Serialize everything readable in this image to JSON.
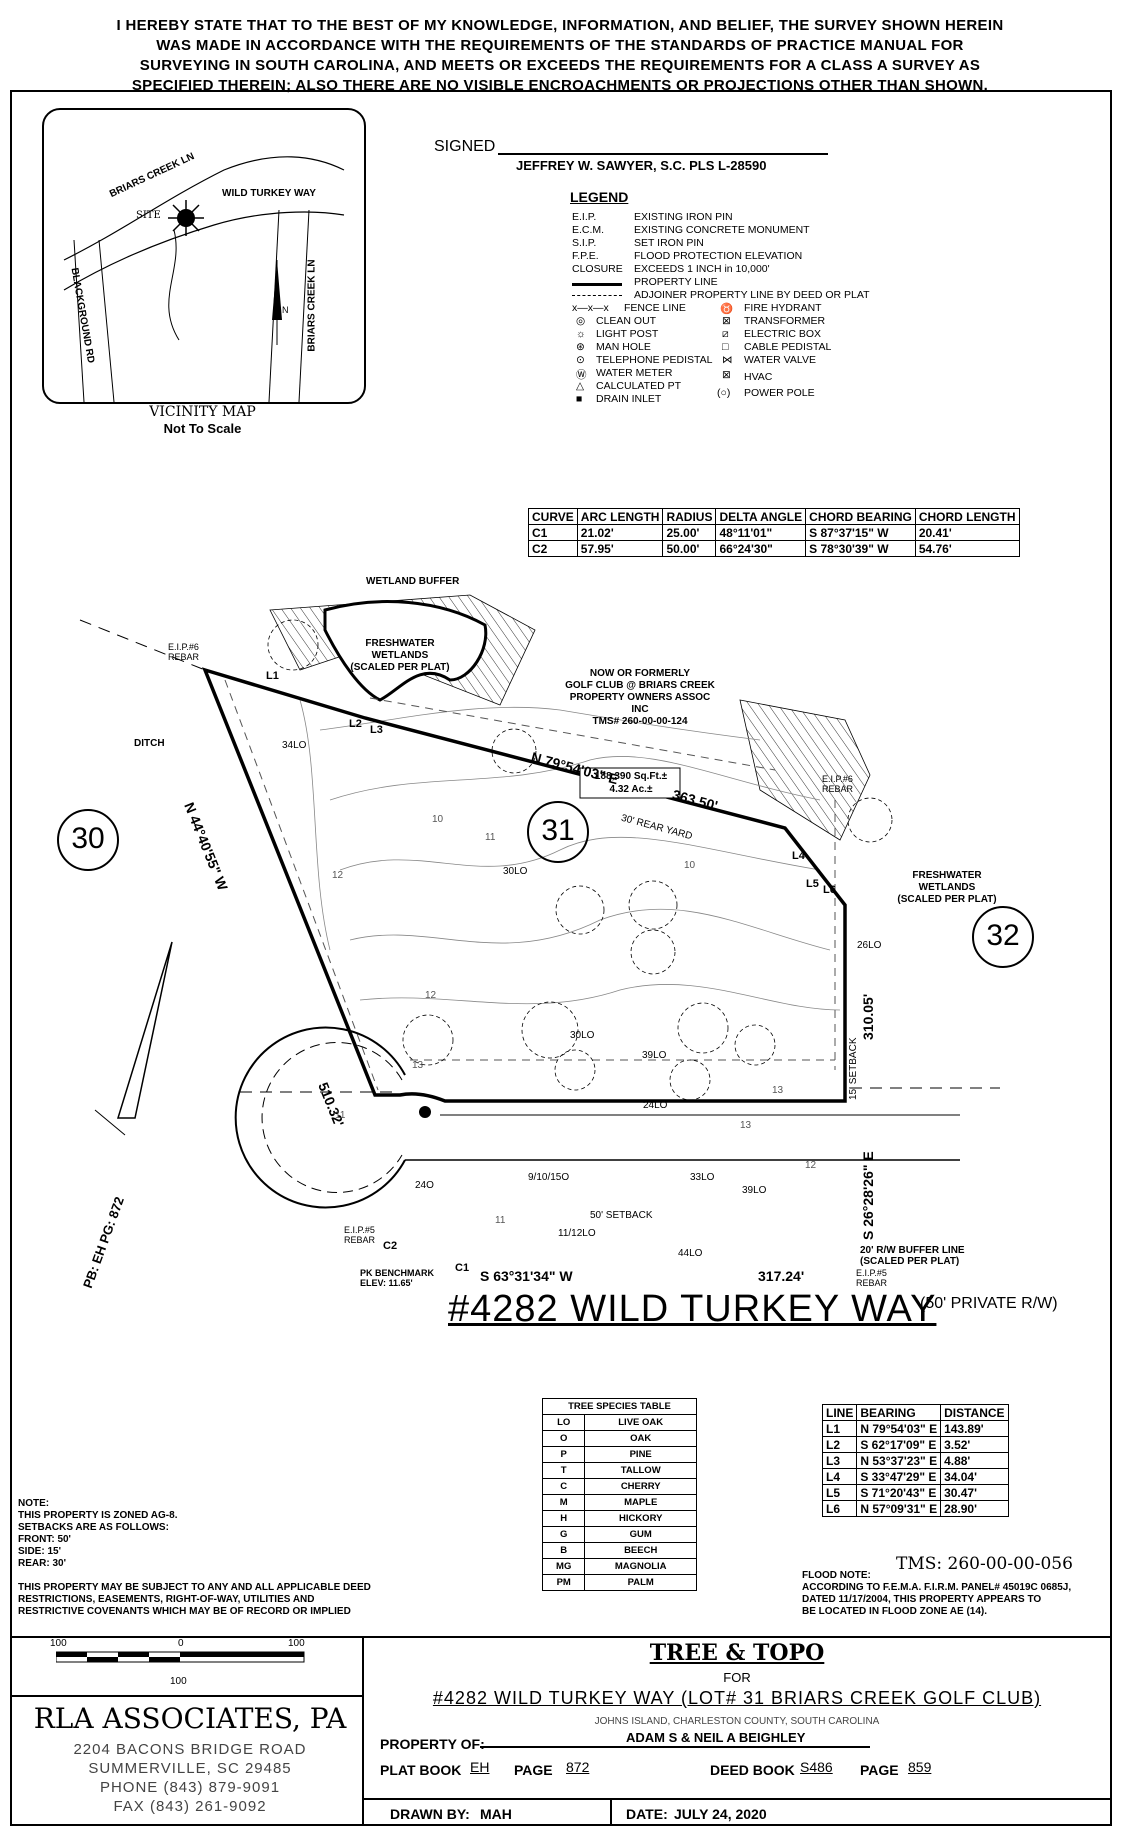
{
  "certification": [
    "I HEREBY STATE THAT TO THE BEST OF MY KNOWLEDGE, INFORMATION, AND BELIEF, THE SURVEY SHOWN HEREIN",
    "WAS MADE IN ACCORDANCE WITH THE REQUIREMENTS OF THE STANDARDS OF PRACTICE MANUAL FOR",
    "SURVEYING IN SOUTH CAROLINA, AND MEETS OR EXCEEDS THE REQUIREMENTS FOR A CLASS A SURVEY AS",
    "SPECIFIED THEREIN; ALSO THERE ARE NO VISIBLE ENCROACHMENTS OR PROJECTIONS OTHER THAN SHOWN."
  ],
  "signature": {
    "label": "SIGNED",
    "name": "JEFFREY W. SAWYER, S.C. PLS   L-28590"
  },
  "vicinity_map": {
    "title": "VICINITY MAP",
    "subtitle": "Not To Scale",
    "roads": [
      "BRIARS CREEK LN",
      "WILD TURKEY WAY",
      "BLACKGROUND RD",
      "BRIARS CREEK LN"
    ],
    "site": "SITE",
    "north": "N"
  },
  "legend": {
    "title": "LEGEND",
    "abbrev": [
      {
        "code": "E.I.P.",
        "desc": "EXISTING IRON PIN"
      },
      {
        "code": "E.C.M.",
        "desc": "EXISTING CONCRETE MONUMENT"
      },
      {
        "code": "S.I.P.",
        "desc": "SET IRON PIN"
      },
      {
        "code": "F.P.E.",
        "desc": "FLOOD PROTECTION ELEVATION"
      },
      {
        "code": "CLOSURE",
        "desc": "EXCEEDS 1 INCH in 10,000'"
      }
    ],
    "lines": [
      "PROPERTY LINE",
      "ADJOINER PROPERTY LINE BY DEED OR PLAT"
    ],
    "left_symbols": [
      "FENCE LINE",
      "CLEAN OUT",
      "LIGHT POST",
      "MAN HOLE",
      "TELEPHONE PEDISTAL",
      "WATER METER",
      "CALCULATED PT",
      "DRAIN INLET"
    ],
    "right_symbols": [
      "FIRE HYDRANT",
      "TRANSFORMER",
      "ELECTRIC BOX",
      "CABLE PEDISTAL",
      "WATER VALVE",
      "HVAC",
      "POWER POLE"
    ]
  },
  "curve_table": {
    "headers": [
      "CURVE",
      "ARC LENGTH",
      "RADIUS",
      "DELTA ANGLE",
      "CHORD BEARING",
      "CHORD LENGTH"
    ],
    "rows": [
      [
        "C1",
        "21.02'",
        "25.00'",
        "48°11'01\"",
        "S 87°37'15\" W",
        "20.41'"
      ],
      [
        "C2",
        "57.95'",
        "50.00'",
        "66°24'30\"",
        "S 78°30'39\" W",
        "54.76'"
      ]
    ]
  },
  "plat": {
    "wetland_buffer": "WETLAND BUFFER",
    "freshwater_1": [
      "FRESHWATER",
      "WETLANDS",
      "(SCALED PER PLAT)"
    ],
    "freshwater_2": [
      "FRESHWATER",
      "WETLANDS",
      "(SCALED PER PLAT)"
    ],
    "eip_nw": [
      "E.I.P.#6",
      "REBAR"
    ],
    "eip_ne": [
      "E.I.P.#6",
      "REBAR"
    ],
    "eip_sw": [
      "E.I.P.#5",
      "REBAR"
    ],
    "eip_se": [
      "E.I.P.#5",
      "REBAR"
    ],
    "adjoiner": [
      "NOW OR FORMERLY",
      "GOLF CLUB @ BRIARS CREEK",
      "PROPERTY OWNERS ASSOC INC",
      "TMS# 260-00-00-124"
    ],
    "ditch": "DITCH",
    "bearing_north": "N 79°54'03\" E",
    "dist_north": "363.50'",
    "bearing_west": "N 44°40'55\" W",
    "dist_west": "510.32'",
    "bearing_east": "S 26°28'26\" E",
    "dist_east": "310.05'",
    "bearing_south": "S 63°31'34\" W",
    "dist_south": "317.24'",
    "rear_yard": "30' REAR YARD",
    "side_setback": "15' SETBACK",
    "front_setback": "50' SETBACK",
    "area": [
      "188,390 Sq.Ft.±",
      "4.32 Ac.±"
    ],
    "lot_31": "31",
    "lot_30": "30",
    "lot_32": "32",
    "rw_buffer": [
      "20' R/W BUFFER LINE",
      "(SCALED PER PLAT)"
    ],
    "benchmark": [
      "PK BENCHMARK",
      "ELEV: 11.65'"
    ],
    "address": "#4282 WILD TURKEY WAY",
    "row_note": "(50' PRIVATE R/W)",
    "plat_book": "PB: EH PG: 872",
    "curve_labels": [
      "C1",
      "C2"
    ],
    "line_labels": [
      "L1",
      "L2",
      "L3",
      "L4",
      "L5",
      "L6"
    ],
    "trees": [
      "34LO",
      "30LO",
      "30LO",
      "39LO",
      "24LO",
      "26LO",
      "24O",
      "9/10/15O",
      "33LO",
      "39LO",
      "11/12LO",
      "44LO"
    ],
    "contours": [
      "10",
      "11",
      "12",
      "13",
      "12",
      "11",
      "10",
      "13",
      "13",
      "12",
      "11"
    ]
  },
  "tree_table": {
    "title": "TREE SPECIES TABLE",
    "rows": [
      [
        "LO",
        "LIVE OAK"
      ],
      [
        "O",
        "OAK"
      ],
      [
        "P",
        "PINE"
      ],
      [
        "T",
        "TALLOW"
      ],
      [
        "C",
        "CHERRY"
      ],
      [
        "M",
        "MAPLE"
      ],
      [
        "H",
        "HICKORY"
      ],
      [
        "G",
        "GUM"
      ],
      [
        "B",
        "BEECH"
      ],
      [
        "MG",
        "MAGNOLIA"
      ],
      [
        "PM",
        "PALM"
      ]
    ]
  },
  "line_table": {
    "headers": [
      "LINE",
      "BEARING",
      "DISTANCE"
    ],
    "rows": [
      [
        "L1",
        "N 79°54'03\" E",
        "143.89'"
      ],
      [
        "L2",
        "S 62°17'09\" E",
        "3.52'"
      ],
      [
        "L3",
        "N 53°37'23\" E",
        "4.88'"
      ],
      [
        "L4",
        "S 33°47'29\" E",
        "34.04'"
      ],
      [
        "L5",
        "S 71°20'43\" E",
        "30.47'"
      ],
      [
        "L6",
        "N 57°09'31\" E",
        "28.90'"
      ]
    ]
  },
  "zoning_note": {
    "title": "NOTE:",
    "lines": [
      "THIS PROPERTY IS ZONED AG-8.",
      "SETBACKS ARE AS FOLLOWS:",
      "FRONT: 50'",
      "SIDE: 15'",
      "REAR: 30'"
    ],
    "deed": [
      "THIS PROPERTY MAY BE SUBJECT TO ANY AND ALL APPLICABLE DEED",
      "RESTRICTIONS, EASEMENTS, RIGHT-OF-WAY, UTILITIES AND",
      "RESTRICTIVE COVENANTS WHICH MAY BE OF RECORD OR IMPLIED"
    ]
  },
  "flood_note": {
    "tms": "TMS: 260-00-00-056",
    "title": "FLOOD NOTE:",
    "lines": [
      "ACCORDING TO F.E.M.A. F.I.R.M. PANEL# 45019C 0685J,",
      "DATED 11/17/2004, THIS PROPERTY APPEARS TO",
      "BE LOCATED IN FLOOD ZONE AE (14)."
    ]
  },
  "scale_bar": {
    "labels": [
      "100",
      "0",
      "100"
    ],
    "bottom": "100"
  },
  "company": {
    "name": "RLA ASSOCIATES, PA",
    "address": [
      "2204 BACONS BRIDGE ROAD",
      "SUMMERVILLE, SC 29485",
      "PHONE (843) 879-9091",
      "FAX (843) 261-9092"
    ]
  },
  "title_block": {
    "title": "TREE & TOPO",
    "for": "FOR",
    "subject": "#4282 WILD TURKEY WAY (LOT# 31 BRIARS CREEK GOLF CLUB)",
    "location": "JOHNS ISLAND, CHARLESTON COUNTY, SOUTH CAROLINA",
    "owner_label": "PROPERTY OF:",
    "owner": "ADAM S & NEIL A BEIGHLEY",
    "plat_book_label": "PLAT BOOK",
    "plat_book": "EH",
    "plat_page_label": "PAGE",
    "plat_page": "872",
    "deed_book_label": "DEED BOOK",
    "deed_book": "S486",
    "deed_page_label": "PAGE",
    "deed_page": "859",
    "drawn_by_label": "DRAWN BY:",
    "drawn_by": "MAH",
    "date_label": "DATE:",
    "date": "JULY 24, 2020"
  }
}
